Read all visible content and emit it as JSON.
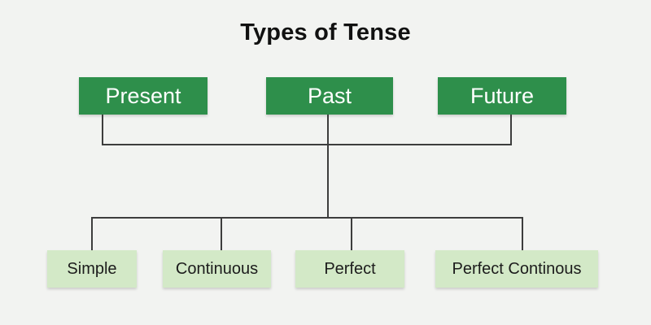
{
  "title": "Types of Tense",
  "colors": {
    "background": "#f2f3f1",
    "parent_box": "#2e8f4b",
    "parent_text": "#ffffff",
    "child_box": "#d3e9c7",
    "child_text": "#1c1c1c",
    "connector": "#3d3d3d",
    "title_text": "#111111"
  },
  "parent_nodes": [
    {
      "label": "Present"
    },
    {
      "label": "Past"
    },
    {
      "label": "Future"
    }
  ],
  "child_nodes": [
    {
      "label": "Simple"
    },
    {
      "label": "Continuous"
    },
    {
      "label": "Perfect"
    },
    {
      "label": "Perfect Continous"
    }
  ]
}
